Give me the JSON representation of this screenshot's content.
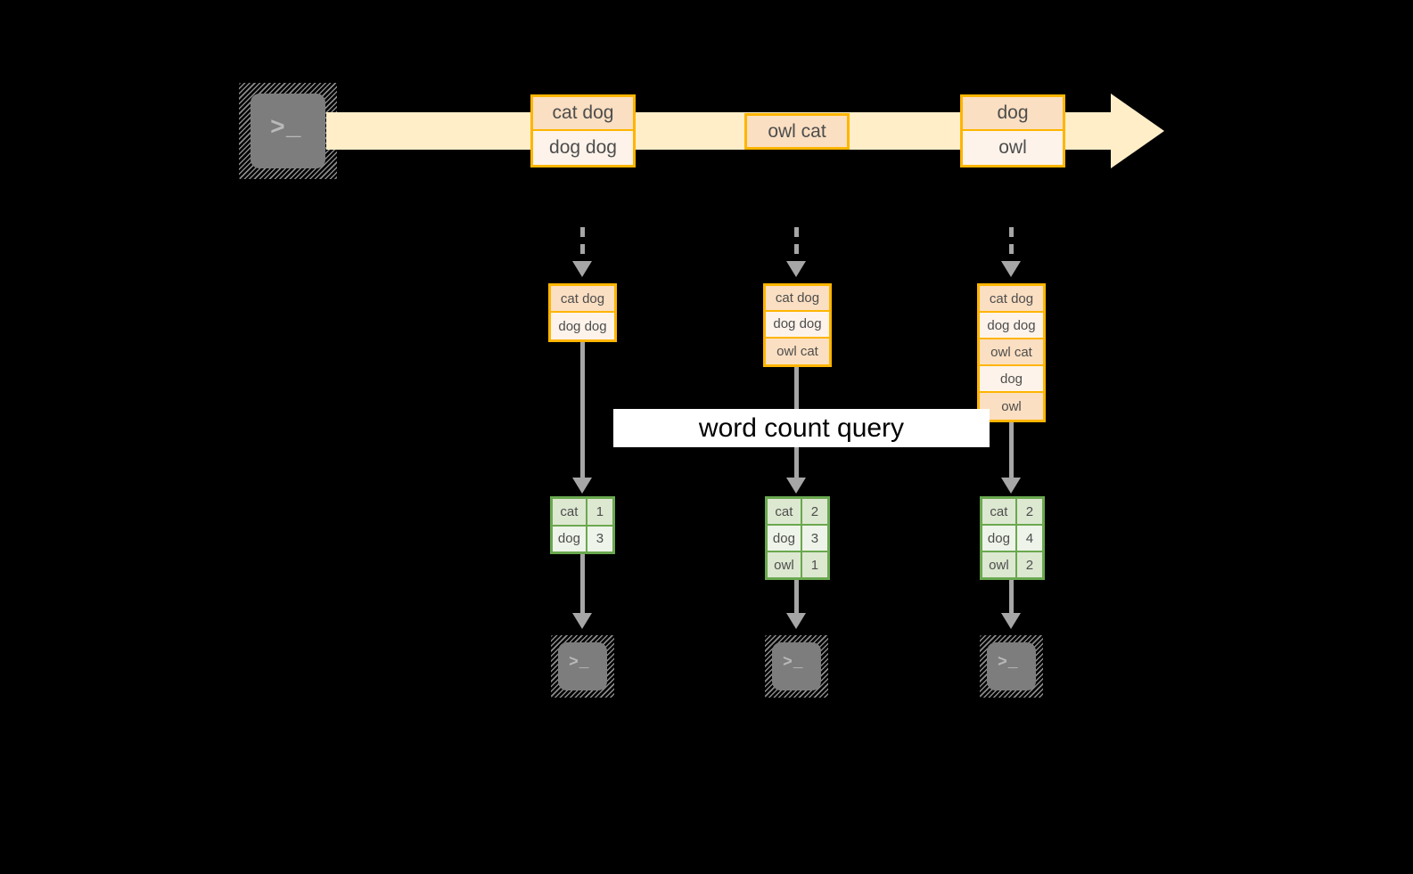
{
  "diagram": {
    "title": "",
    "colors": {
      "background": "#000000",
      "stream_band": "#ffeec8",
      "event_border": "#ffb500",
      "event_fill_dark": "#fbdfc2",
      "event_fill_light": "#fdf3ea",
      "result_border": "#6aa84f",
      "result_fill_dark": "#dde8d1",
      "result_fill_light": "#eef4e9",
      "arrow_grey": "#a6a6a6",
      "terminal_fill": "#7d7d7d",
      "banner_bg": "#ffffff",
      "banner_text": "#000000",
      "cell_text": "#4d4d4d"
    },
    "source": {
      "icon": "terminal-icon",
      "glyph": ">_"
    },
    "stream": {
      "label": "",
      "batches": [
        {
          "lines": [
            "cat dog",
            "dog dog"
          ]
        },
        {
          "lines": [
            "owl cat"
          ]
        },
        {
          "lines": [
            "dog",
            "owl"
          ]
        }
      ]
    },
    "query": {
      "label": "word count query"
    },
    "triggers": [
      {
        "input_table": {
          "lines": [
            "cat dog",
            "dog dog"
          ]
        },
        "result_table": {
          "rows": [
            {
              "word": "cat",
              "count": "1"
            },
            {
              "word": "dog",
              "count": "3"
            }
          ]
        },
        "sink": {
          "icon": "terminal-icon",
          "glyph": ">_"
        }
      },
      {
        "input_table": {
          "lines": [
            "cat dog",
            "dog dog",
            "owl cat"
          ]
        },
        "result_table": {
          "rows": [
            {
              "word": "cat",
              "count": "2"
            },
            {
              "word": "dog",
              "count": "3"
            },
            {
              "word": "owl",
              "count": "1"
            }
          ]
        },
        "sink": {
          "icon": "terminal-icon",
          "glyph": ">_"
        }
      },
      {
        "input_table": {
          "lines": [
            "cat dog",
            "dog dog",
            "owl cat",
            "dog",
            "owl"
          ]
        },
        "result_table": {
          "rows": [
            {
              "word": "cat",
              "count": "2"
            },
            {
              "word": "dog",
              "count": "4"
            },
            {
              "word": "owl",
              "count": "2"
            }
          ]
        },
        "sink": {
          "icon": "terminal-icon",
          "glyph": ">_"
        }
      }
    ]
  }
}
